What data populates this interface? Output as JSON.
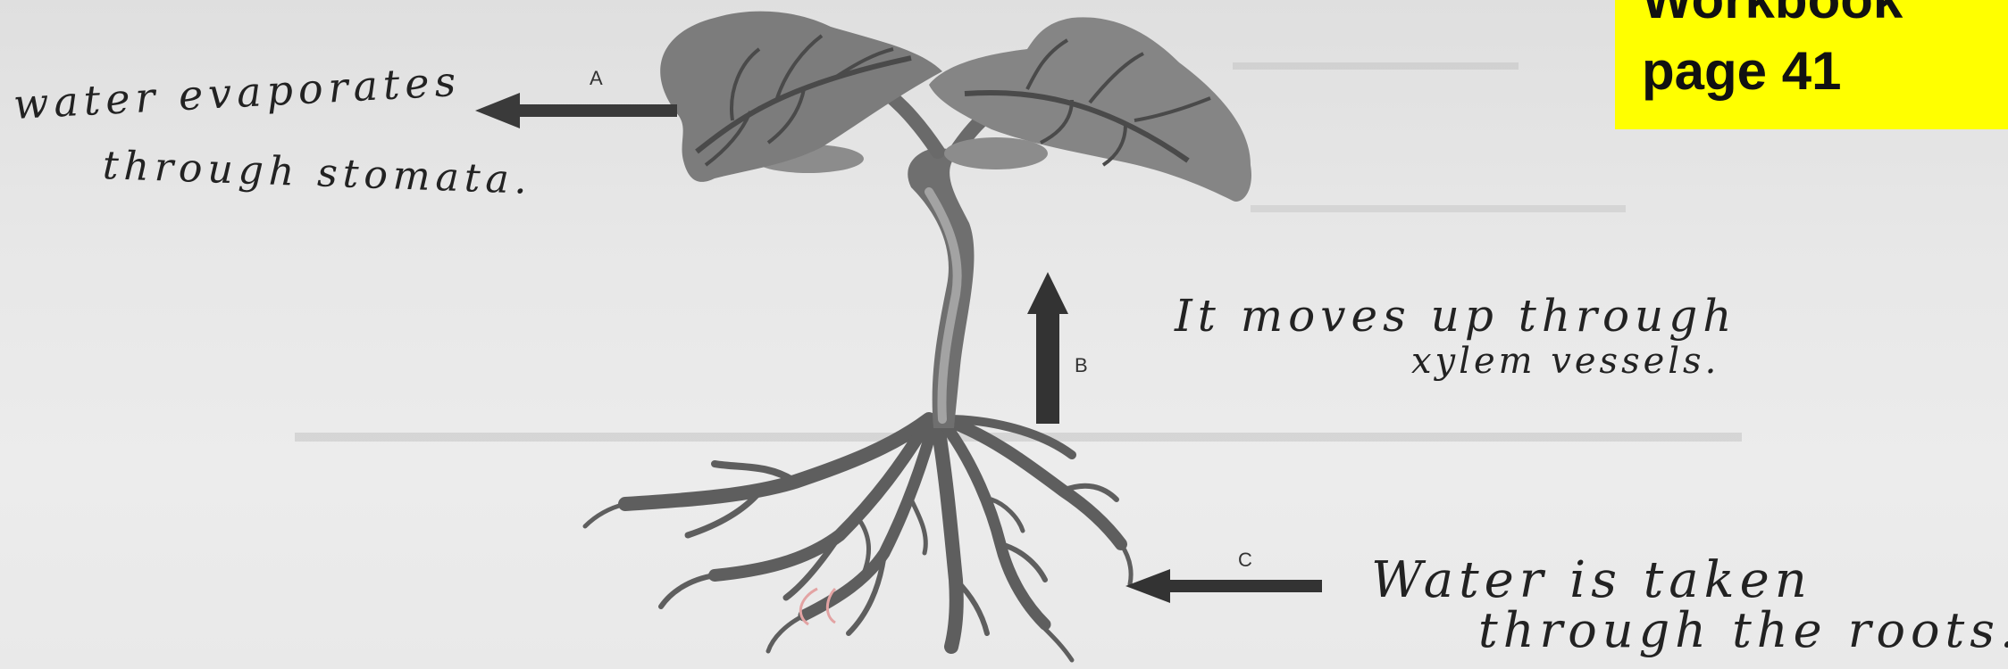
{
  "badge": {
    "line1": "Workbook",
    "line2": "page 41",
    "color": "#ffff00"
  },
  "labels": {
    "a": "A",
    "b": "B",
    "c": "C"
  },
  "annotations": {
    "a_line1": "water evaporates",
    "a_line2": "through stomata.",
    "b_line1": "It moves up through",
    "b_line2": "xylem vessels.",
    "c_line1": "Water is taken",
    "c_line2": "through the roots."
  },
  "icons": {
    "plant": "plant-illustration-icon",
    "arrow_a": "arrow-left-icon",
    "arrow_b": "arrow-up-icon",
    "arrow_c": "arrow-left-icon"
  }
}
